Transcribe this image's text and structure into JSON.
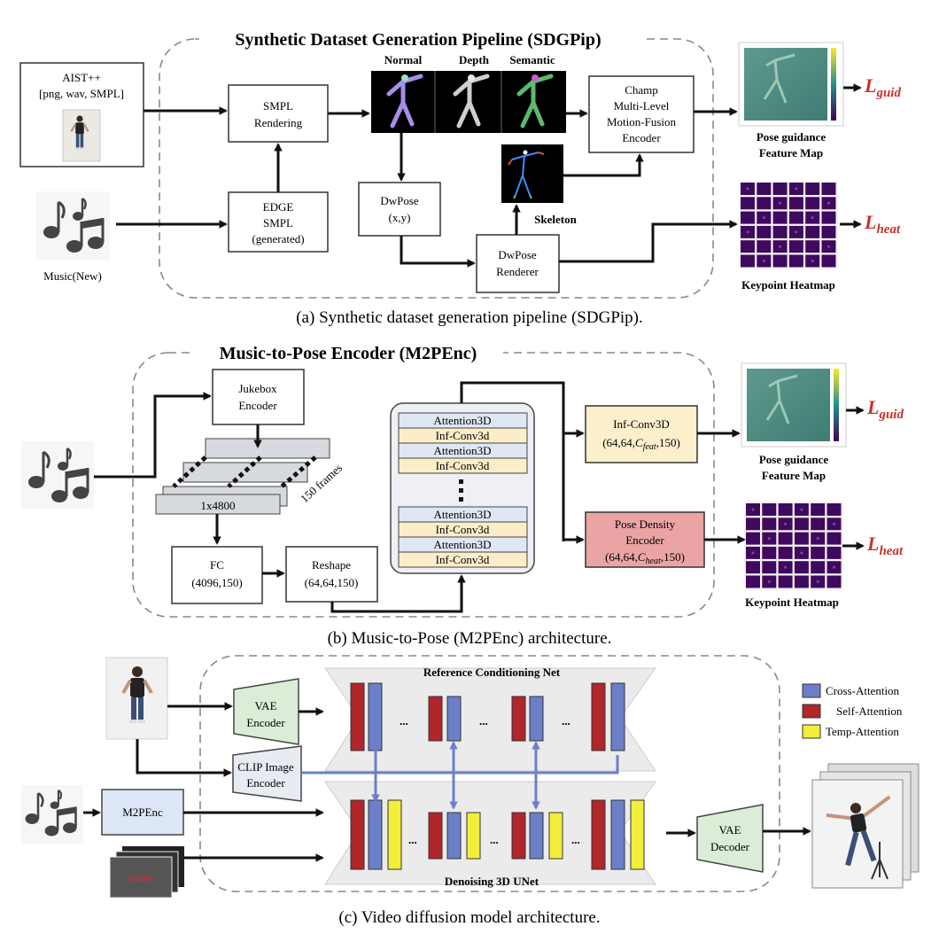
{
  "section_a": {
    "title": "Synthetic Dataset Generation Pipeline (SDGPip)",
    "caption": "(a) Synthetic dataset generation pipeline (SDGPip).",
    "aist_input": [
      "AIST++",
      "[png, wav, SMPL]"
    ],
    "music_label": "Music(New)",
    "smpl_rendering": [
      "SMPL",
      "Rendering"
    ],
    "edge_smpl": [
      "EDGE",
      "SMPL",
      "(generated)"
    ],
    "render_labels": [
      "Normal",
      "Depth",
      "Semantic"
    ],
    "dwpose": [
      "DwPose",
      "(x,y)"
    ],
    "skeleton_label": "Skeleton",
    "dwpose_renderer": [
      "DwPose",
      "Renderer"
    ],
    "champ": [
      "Champ",
      "Multi-Level",
      "Motion-Fusion",
      "Encoder"
    ],
    "guidance_label": [
      "Pose guidance",
      "Feature Map"
    ],
    "heatmap_label": "Keypoint Heatmap",
    "loss_guid": {
      "L": "L",
      "sub": "guid"
    },
    "loss_heat": {
      "L": "L",
      "sub": "heat"
    }
  },
  "section_b": {
    "title": "Music-to-Pose Encoder (M2PEnc)",
    "caption": "(b) Music-to-Pose (M2PEnc) architecture.",
    "jukebox": [
      "Jukebox",
      "Encoder"
    ],
    "frame_vector": "1x4800",
    "frames_label": "150 frames",
    "fc": [
      "FC",
      "(4096,150)"
    ],
    "reshape": [
      "Reshape",
      "(64,64,150)"
    ],
    "stack_top": [
      "Attention3D",
      "Inf-Conv3d",
      "Attention3D",
      "Inf-Conv3d"
    ],
    "stack_bottom": [
      "Attention3D",
      "Inf-Conv3d",
      "Attention3D",
      "Inf-Conv3d"
    ],
    "infconv": {
      "title": "Inf-Conv3D",
      "params_pre": "(64,64,",
      "C": "C",
      "sub": "feat",
      "params_post": ",150)"
    },
    "pose_density": {
      "title": [
        "Pose Density",
        "Encoder"
      ],
      "params_pre": "(64,64,",
      "C": "C",
      "sub": "heat",
      "params_post": ",150)"
    },
    "guidance_label": [
      "Pose guidance",
      "Feature Map"
    ],
    "heatmap_label": "Keypoint Heatmap",
    "loss_guid": {
      "L": "L",
      "sub": "guid"
    },
    "loss_heat": {
      "L": "L",
      "sub": "heat"
    }
  },
  "section_c": {
    "caption": "(c) Video diffusion model architecture.",
    "vae_encoder": [
      "VAE",
      "Encoder"
    ],
    "clip_encoder": [
      "CLIP Image",
      "Encoder"
    ],
    "m2penc": "M2PEnc",
    "noise_label": "noise",
    "reference_net": "Reference Conditioning Net",
    "denoising_unet": "Denoising 3D UNet",
    "vae_decoder": [
      "VAE",
      "Decoder"
    ],
    "ellipsis": "...",
    "legend": [
      {
        "label": "Cross-Attention",
        "color": "#6b80c9"
      },
      {
        "label": "Self-Attention",
        "color": "#b0262b"
      },
      {
        "label": "Temp-Attention",
        "color": "#f2ee3a"
      }
    ]
  },
  "colors": {
    "cross_attention": "#6b80c9",
    "self_attention": "#b0262b",
    "temp_attention": "#f2ee3a",
    "loss_red": "#c9302c",
    "attention_row": "#dfe7f4",
    "infconv_row": "#fbedc8",
    "infconv_box": "#fbefcc",
    "pose_density_box": "#eaa4a4",
    "m2penc_box": "#dde6f6",
    "heatmap_cell": "#3f0a5e",
    "feature_map_bg": "#4f8e84"
  }
}
